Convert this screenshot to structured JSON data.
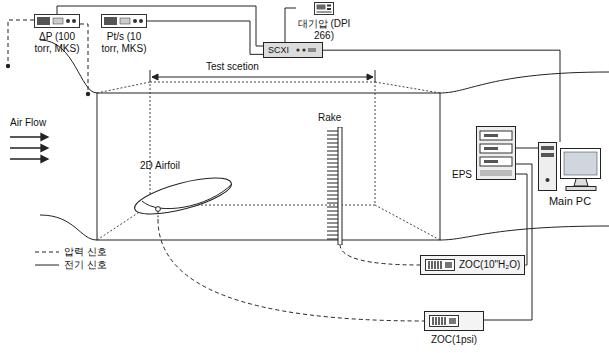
{
  "diagram": {
    "nodes": [
      {
        "text": [
          "ΔP (100 torr, MKS)"
        ]
      },
      {
        "text": [
          "Pt/s (10 torr, MKS)"
        ]
      },
      {
        "text": [
          "대기압 (DPI 266)"
        ]
      },
      {
        "text": [
          "SCXI"
        ]
      },
      {
        "text": [
          "2D Airfoil"
        ]
      },
      {
        "text": [
          "Rake"
        ]
      },
      {
        "text": [
          "EPS"
        ]
      },
      {
        "text": [
          "Main PC"
        ]
      },
      {
        "text": [
          "ZOC(10\"H₂O)"
        ]
      },
      {
        "text": [
          "ZOC(1psi)"
        ]
      }
    ],
    "edges": [
      {
        "from": 0,
        "to": 3,
        "arrow": "none"
      },
      {
        "from": 1,
        "to": 3,
        "arrow": "none"
      },
      {
        "from": 2,
        "to": 3,
        "arrow": "none"
      },
      {
        "from": 3,
        "to": 7,
        "arrow": "none"
      },
      {
        "from": 6,
        "to": 7,
        "arrow": "none"
      },
      {
        "from": 8,
        "to": 6,
        "arrow": "none"
      },
      {
        "from": 9,
        "to": 6,
        "arrow": "none"
      },
      {
        "from": 5,
        "to": 8,
        "arrow": "none"
      },
      {
        "from": 4,
        "to": 9,
        "arrow": "none"
      }
    ],
    "labels": [
      "Air Flow",
      "Test scetion"
    ],
    "legend": [
      {
        "text": "압력 신호"
      },
      {
        "text": "전기 신호"
      }
    ]
  }
}
